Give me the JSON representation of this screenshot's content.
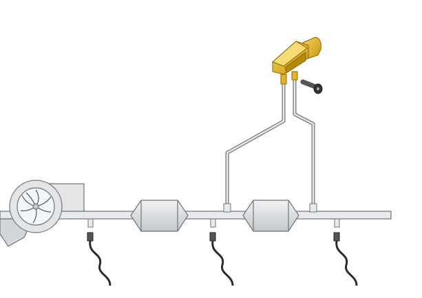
{
  "diagram": {
    "components": [
      "turbocharger",
      "catalytic-converter-1",
      "catalytic-converter-2",
      "exhaust-gas-sensor-1",
      "exhaust-gas-sensor-2",
      "exhaust-gas-sensor-3",
      "differential-pressure-sensor",
      "mounting-bolt"
    ],
    "colors": {
      "pipe_fill": "#e8eaec",
      "pipe_stroke": "#6e7378",
      "sensor_body": "#e3b52a",
      "sensor_shadow": "#a87d10",
      "wire": "#2b2b2b"
    }
  }
}
